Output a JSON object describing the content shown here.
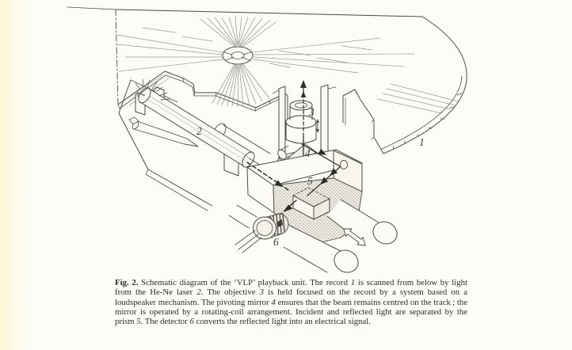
{
  "figure": {
    "labels": {
      "record": "1",
      "laser": "2",
      "objective": "3",
      "mirror": "4",
      "prism": "5",
      "detector": "6"
    },
    "caption_runs": [
      {
        "text": "Fig. 2.",
        "bold": true
      },
      {
        "text": " Schematic diagram of the ‘VLP’ playback unit. The record "
      },
      {
        "text": "1",
        "italic": true
      },
      {
        "text": " is scanned from below by light from the He-Ne laser "
      },
      {
        "text": "2",
        "italic": true
      },
      {
        "text": ". The objective "
      },
      {
        "text": "3",
        "italic": true
      },
      {
        "text": " is held focused on the record by a system based on a loudspeaker mechanism. The pivoting mirror "
      },
      {
        "text": "4",
        "italic": true
      },
      {
        "text": " ensures that the beam remains centred on the track ; the mirror is operated by a rotating-coil arrangement. Incident and reflected light are separated by the prism "
      },
      {
        "text": "5",
        "italic": true
      },
      {
        "text": ". The detector "
      },
      {
        "text": "6",
        "italic": true
      },
      {
        "text": " converts the reflected light into an electrical signal."
      }
    ],
    "colors": {
      "ink": "#3f3f3f",
      "faint": "#8f8c84",
      "page": "#fdfdf8"
    }
  }
}
